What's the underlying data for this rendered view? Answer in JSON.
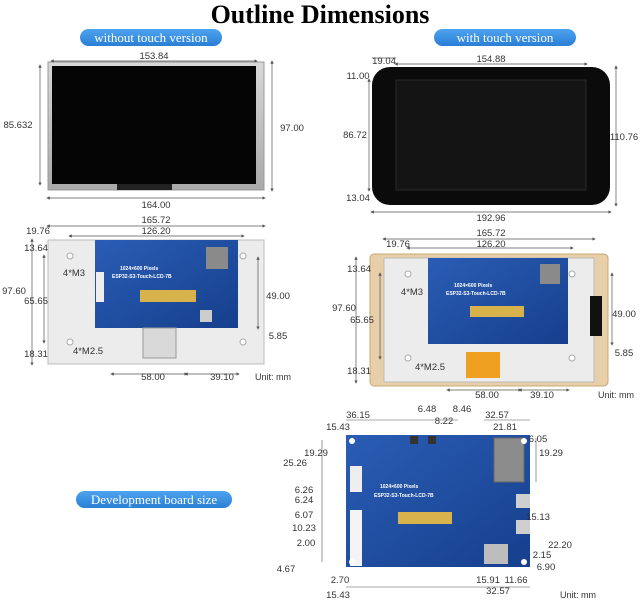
{
  "title": "Outline Dimensions",
  "labels": {
    "without_touch": "without touch version",
    "with_touch": "with touch version",
    "dev_board": "Development board size",
    "unit": "Unit: mm",
    "pixels": "1024×600 Pixels",
    "board_name": "ESP32-S3-Touch-LCD-7B"
  },
  "dims_panel1": {
    "width_top": "153.84",
    "height_left": "85.632",
    "height_right": "97.00",
    "width_bottom": "164.00"
  },
  "dims_panel2": {
    "left_top": "19.04",
    "width_top": "154.88",
    "h_top": "11.00",
    "h_mid": "86.72",
    "h_bot": "13.04",
    "height_right": "110.76",
    "width_bottom": "192.96"
  },
  "dims_panel3": {
    "w_total": "165.72",
    "w_inner": "126.20",
    "left_off": "19.76",
    "top_off": "13.64",
    "h_total": "97.60",
    "h_inner": "65.65",
    "bot_off": "18.31",
    "right_h": "49.00",
    "right_small": "5.85",
    "bot_a": "58.00",
    "bot_b": "39.10",
    "hole_m3": "4*M3",
    "hole_m25": "4*M2.5"
  },
  "dims_panel4": {
    "w_total": "165.72",
    "w_inner": "126.20",
    "left_off": "19.76",
    "top_off": "13.64",
    "h_total": "97.60",
    "h_inner": "65.65",
    "bot_off": "18.31",
    "right_h": "49.00",
    "right_small": "5.85",
    "bot_a": "58.00",
    "bot_b": "39.10",
    "hole_m3": "4*M3",
    "hole_m25": "4*M2.5"
  },
  "dims_dev": {
    "t1": "36.15",
    "t2": "6.48",
    "t3": "8.46",
    "t4": "32.57",
    "t5": "15.43",
    "t6": "8.22",
    "t7": "21.81",
    "r1": "6.05",
    "r2": "19.29",
    "r3": "15.13",
    "r4": "22.20",
    "r5": "2.15",
    "r6": "6.90",
    "l1": "19.29",
    "l2": "25.26",
    "l3": "6.26",
    "l4": "6.24",
    "l5": "6.07",
    "l6": "10.23",
    "l7": "2.00",
    "l8": "4.67",
    "b1": "2.70",
    "b2": "15.43",
    "b3": "15.91",
    "b4": "11.66",
    "b5": "32.57"
  },
  "colors": {
    "accent": "#2a7fd6",
    "pcb": "#1f4fa3",
    "screen": "#0a0a0a",
    "frame": "#c9c9c9",
    "wood": "#e9d3b1"
  }
}
